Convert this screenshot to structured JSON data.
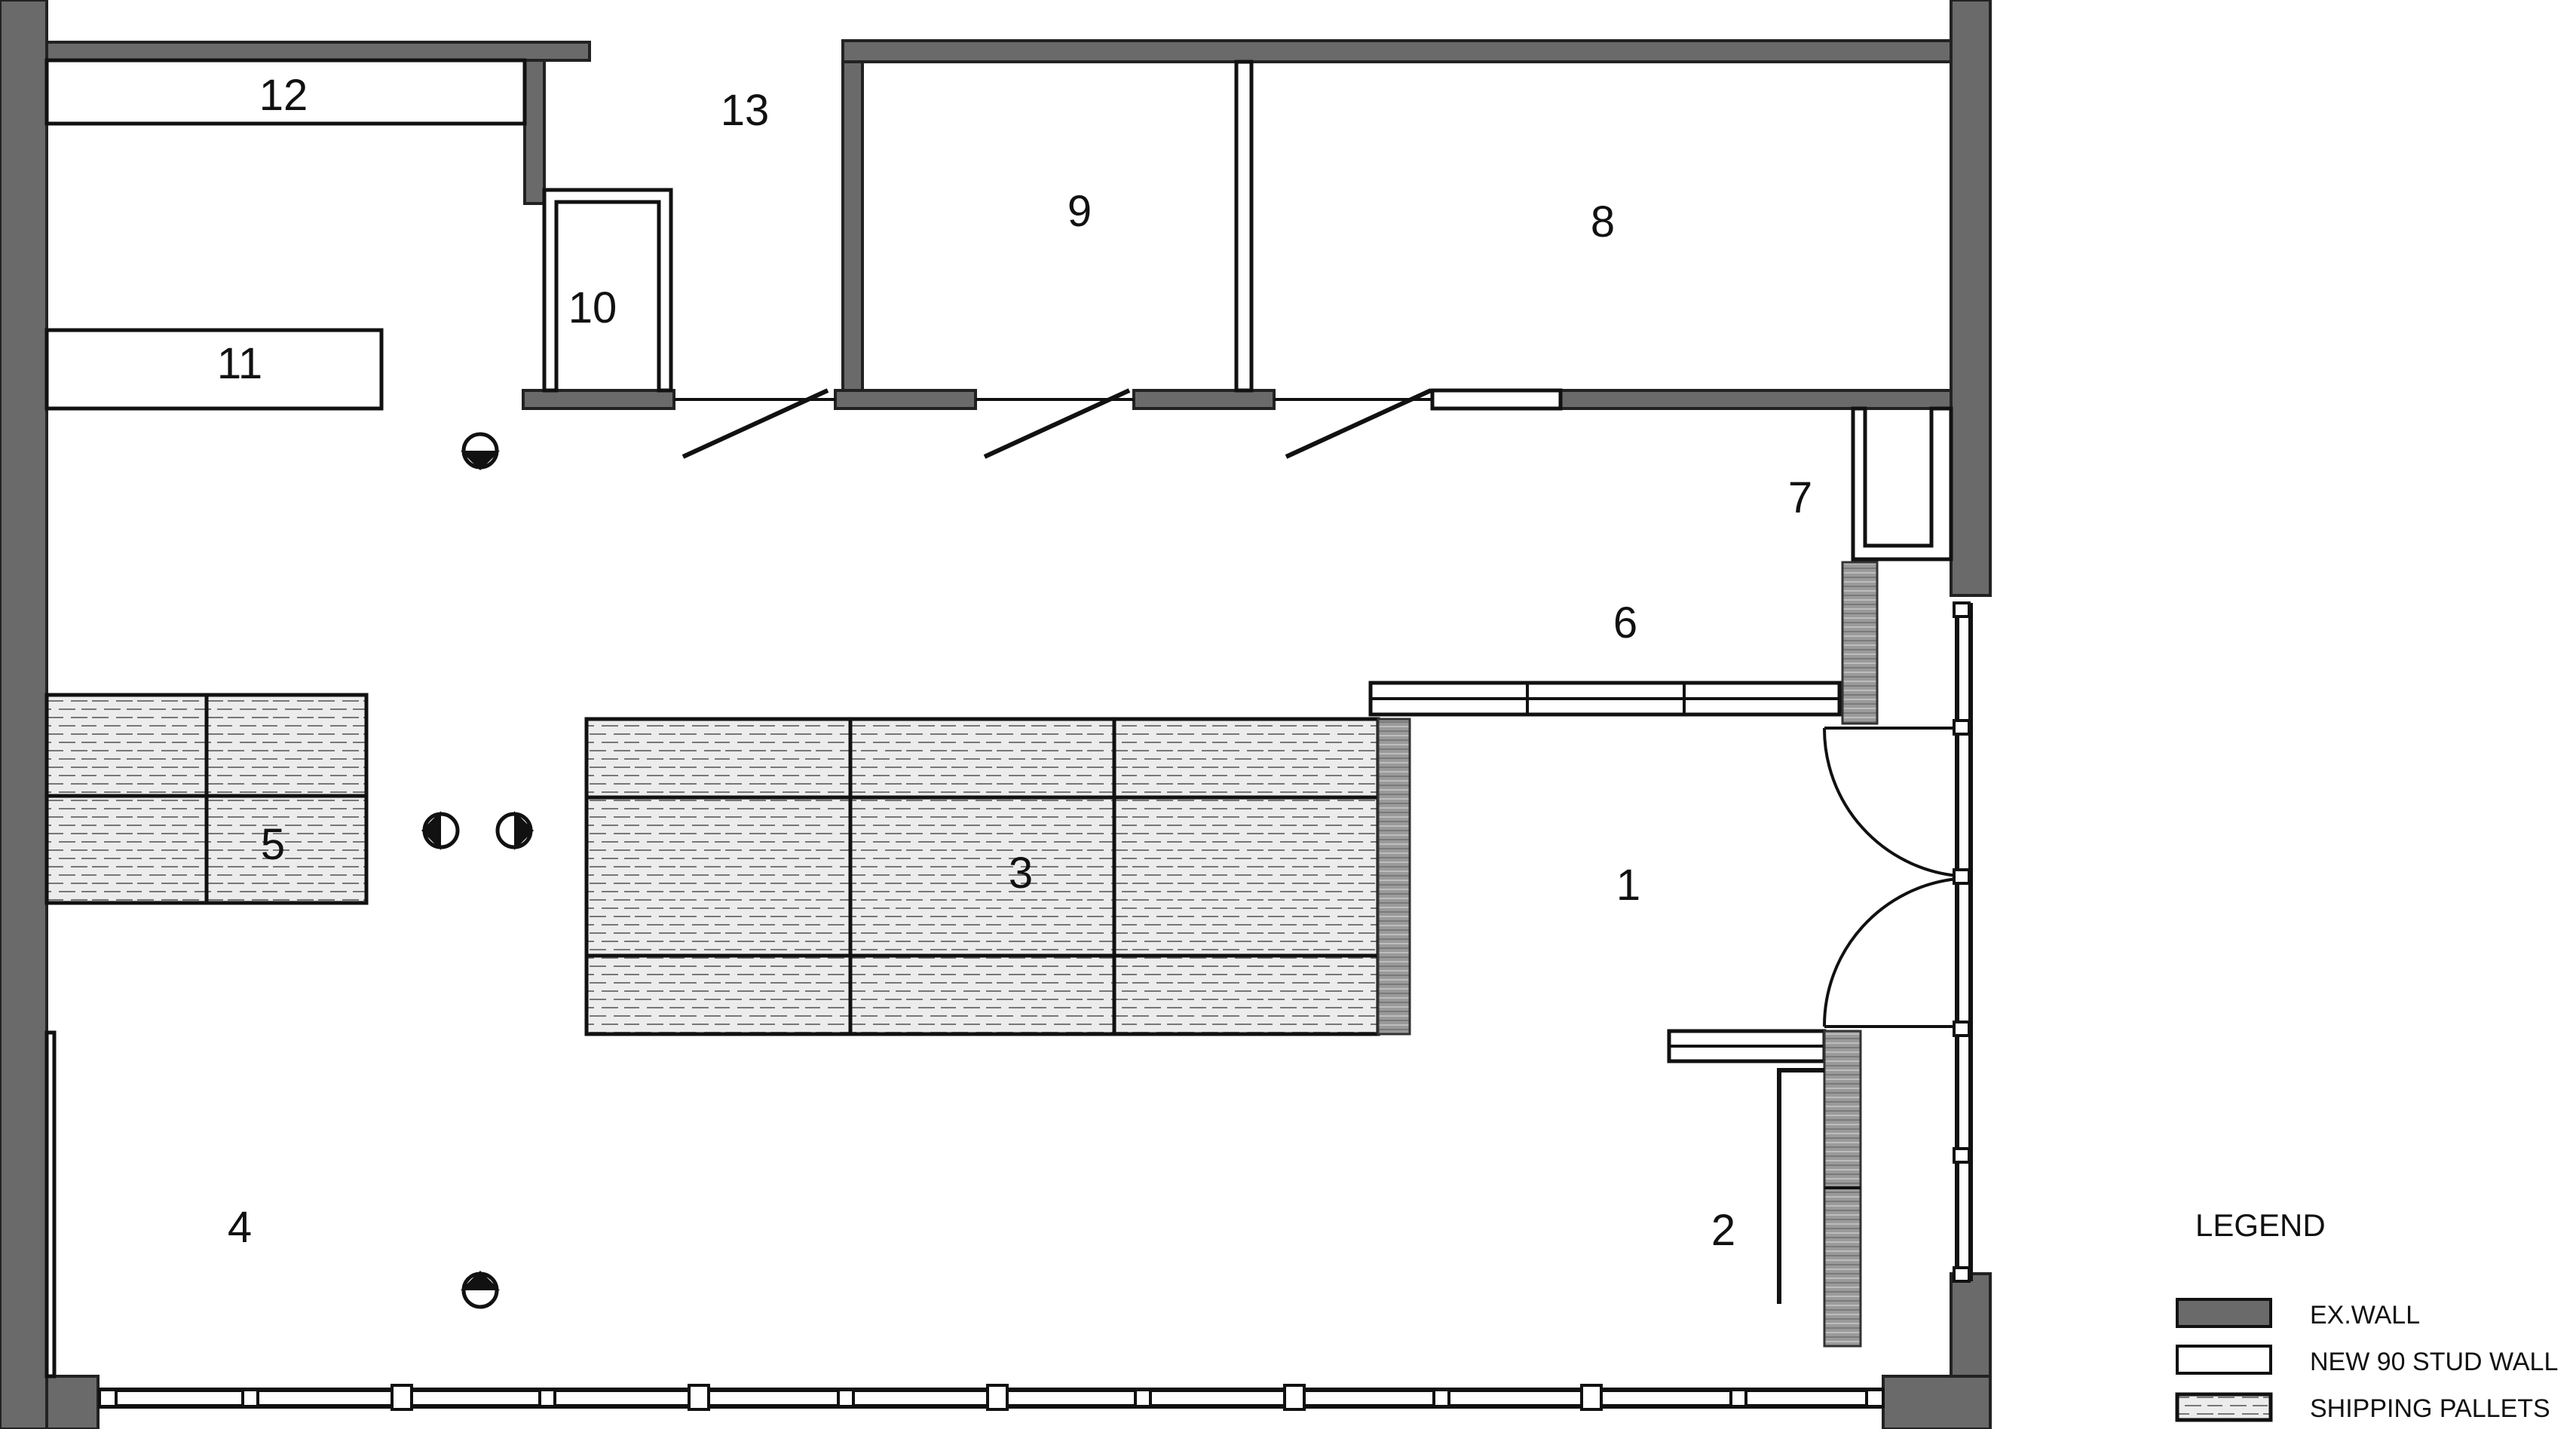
{
  "rooms": {
    "r1": "1",
    "r2": "2",
    "r3": "3",
    "r4": "4",
    "r5": "5",
    "r6": "6",
    "r7": "7",
    "r8": "8",
    "r9": "9",
    "r10": "10",
    "r11": "11",
    "r12": "12",
    "r13": "13"
  },
  "legend": {
    "title": "LEGEND",
    "items": [
      {
        "label": "EX.WALL",
        "kind": "existing-wall",
        "color": "#6a6a6a"
      },
      {
        "label": "NEW 90 STUD WALL",
        "kind": "new-stud-wall",
        "color": "#ffffff"
      },
      {
        "label": "SHIPPING PALLETS",
        "kind": "shipping-pallets",
        "color": "#d9d9d9"
      }
    ]
  }
}
